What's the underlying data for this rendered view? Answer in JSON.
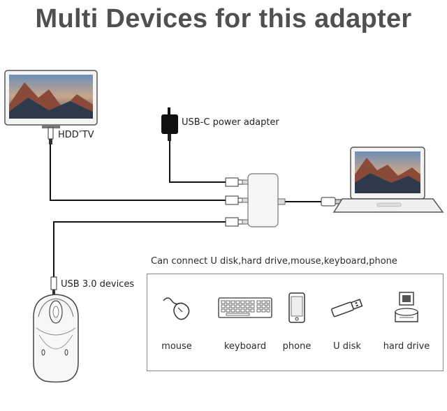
{
  "title": "Multi Devices for this adapter",
  "labels": {
    "hdtv": "HDD″TV",
    "power": "USB-C power adapter",
    "usb3": "USB 3.0 devices",
    "connect": "Can connect U disk,hard drive,mouse,keyboard,phone"
  },
  "devices": [
    {
      "name": "mouse",
      "icon": "mouse-icon"
    },
    {
      "name": "keyboard",
      "icon": "keyboard-icon"
    },
    {
      "name": "phone",
      "icon": "phone-icon"
    },
    {
      "name": "U disk",
      "icon": "usb-stick-icon"
    },
    {
      "name": "hard drive",
      "icon": "hard-drive-icon"
    }
  ]
}
